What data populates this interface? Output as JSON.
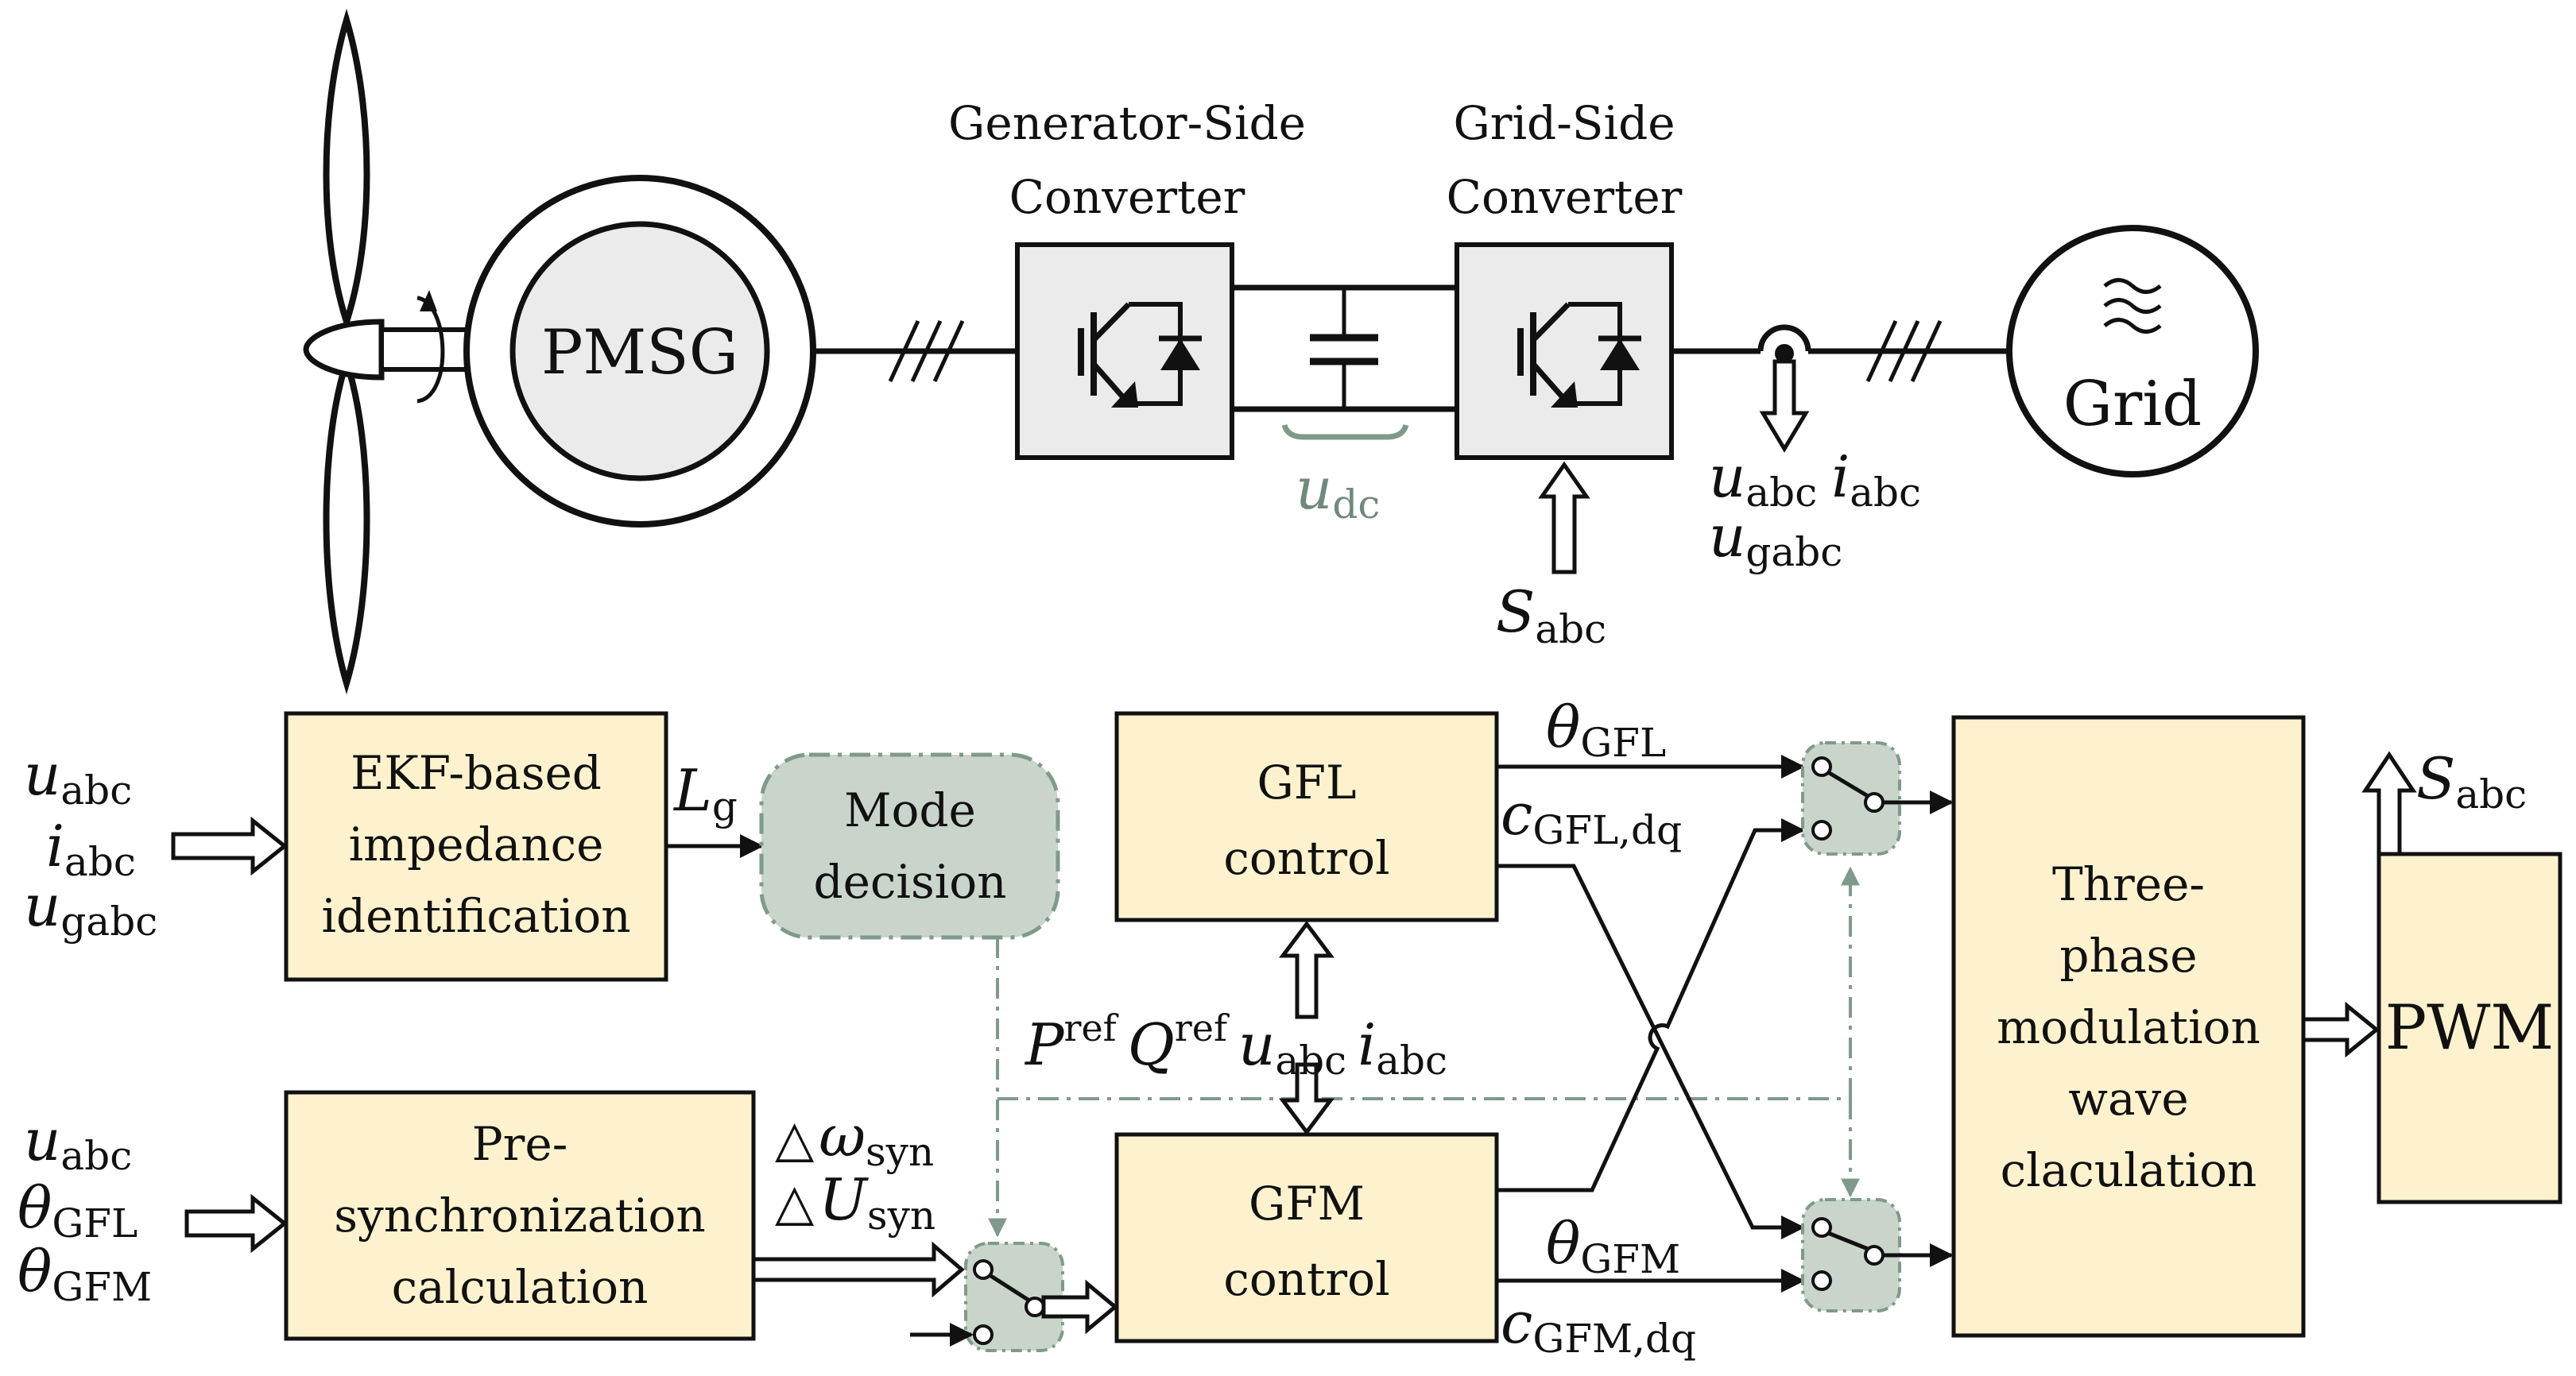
{
  "top": {
    "generator": "PMSG",
    "gen_converter": [
      "Generator-Side",
      "Converter"
    ],
    "grid_converter": [
      "Grid-Side",
      "Converter"
    ],
    "grid": "Grid",
    "udc": {
      "base": "u",
      "sub": "dc"
    },
    "meas_u": {
      "base": "u",
      "sub": "abc"
    },
    "meas_i": {
      "base": "i",
      "sub": "abc"
    },
    "meas_ug": {
      "base": "u",
      "sub": "gabc"
    },
    "switch_signal": {
      "base": "S",
      "sub": "abc"
    }
  },
  "blocks": {
    "ekf": [
      "EKF-based",
      "impedance",
      "identification"
    ],
    "mode": [
      "Mode",
      "decision"
    ],
    "gfl": [
      "GFL",
      "control"
    ],
    "gfm": [
      "GFM",
      "control"
    ],
    "presync": [
      "Pre-",
      "synchronization",
      "calculation"
    ],
    "modulation": [
      "Three-",
      "phase",
      "modulation",
      "wave",
      "claculation"
    ],
    "pwm": "PWM"
  },
  "signals": {
    "ekf_in": [
      {
        "base": "u",
        "sub": "abc"
      },
      {
        "base": "i",
        "sub": "abc"
      },
      {
        "base": "u",
        "sub": "gabc"
      }
    ],
    "lg": {
      "base": "L",
      "sub": "g"
    },
    "theta_gfl": {
      "base": "θ",
      "sub": "GFL"
    },
    "c_gfl": {
      "base": "c",
      "sub": "GFL,dq"
    },
    "theta_gfm": {
      "base": "θ",
      "sub": "GFM"
    },
    "c_gfm": {
      "base": "c",
      "sub": "GFM,dq"
    },
    "pref": {
      "base": "P",
      "sup": "ref"
    },
    "qref": {
      "base": "Q",
      "sup": "ref"
    },
    "mid_u": {
      "base": "u",
      "sub": "abc"
    },
    "mid_i": {
      "base": "i",
      "sub": "abc"
    },
    "presync_in": [
      {
        "base": "u",
        "sub": "abc"
      },
      {
        "base": "θ",
        "sub": "GFL"
      },
      {
        "base": "θ",
        "sub": "GFM"
      }
    ],
    "d_omega": {
      "pre": "△",
      "base": "ω",
      "sub": "syn"
    },
    "d_u": {
      "pre": "△",
      "base": "U",
      "sub": "syn"
    },
    "s_out": {
      "base": "S",
      "sub": "abc"
    }
  },
  "colors": {
    "block_fill": "#fdf2cd",
    "switch_fill": "#c9d4ca",
    "dashed": "#7f9a8a"
  }
}
